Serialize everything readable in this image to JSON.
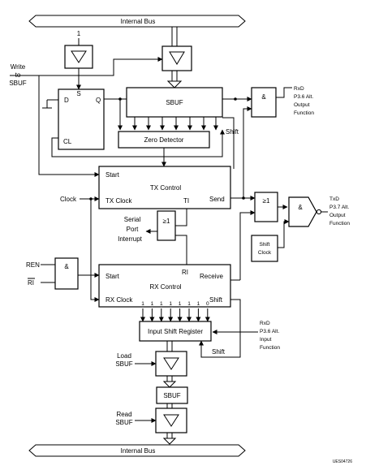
{
  "bus": {
    "top_label": "Internal Bus",
    "bottom_label": "Internal Bus"
  },
  "inputs": {
    "write_sbuf": [
      "Write",
      "to",
      "SBUF"
    ],
    "one": "1",
    "clock": "Clock",
    "ren": "REN",
    "ri": "RI"
  },
  "flipflop": {
    "d": "D",
    "s": "S",
    "q": "Q",
    "cl": "CL"
  },
  "blocks": {
    "sbuf_tx": "SBUF",
    "zero_detector": "Zero Detector",
    "tx_control": {
      "title": "TX Control",
      "start": "Start",
      "clock": "TX Clock",
      "ti": "TI",
      "send": "Send"
    },
    "rx_control": {
      "title": "RX Control",
      "start": "Start",
      "clock": "RX Clock",
      "ri": "RI",
      "receive": "Receive",
      "shift": "Shift"
    },
    "input_shift_register": "Input Shift Register",
    "sbuf_rx": "SBUF",
    "shift_clock": [
      "Shift",
      "Clock"
    ]
  },
  "gates": {
    "and": "&",
    "or": "≥1"
  },
  "rx_bits": [
    "1",
    "1",
    "1",
    "1",
    "1",
    "1",
    "1",
    "0"
  ],
  "labels": {
    "shift_tx": "Shift",
    "shift_rx": "Shift",
    "serial_port_interrupt": [
      "Serial",
      "Port",
      "Interrupt"
    ],
    "load_sbuf": [
      "Load",
      "SBUF"
    ],
    "read_sbuf": [
      "Read",
      "SBUF"
    ],
    "rxd_output": [
      "RxD",
      "P3.6 Alt.",
      "Output",
      "Function"
    ],
    "txd_output": [
      "TxD",
      "P3.7 Alt.",
      "Output",
      "Function"
    ],
    "rxd_input": [
      "RxD",
      "P3.6 Alt.",
      "Input",
      "Function"
    ],
    "figure_id": "UES04726"
  }
}
